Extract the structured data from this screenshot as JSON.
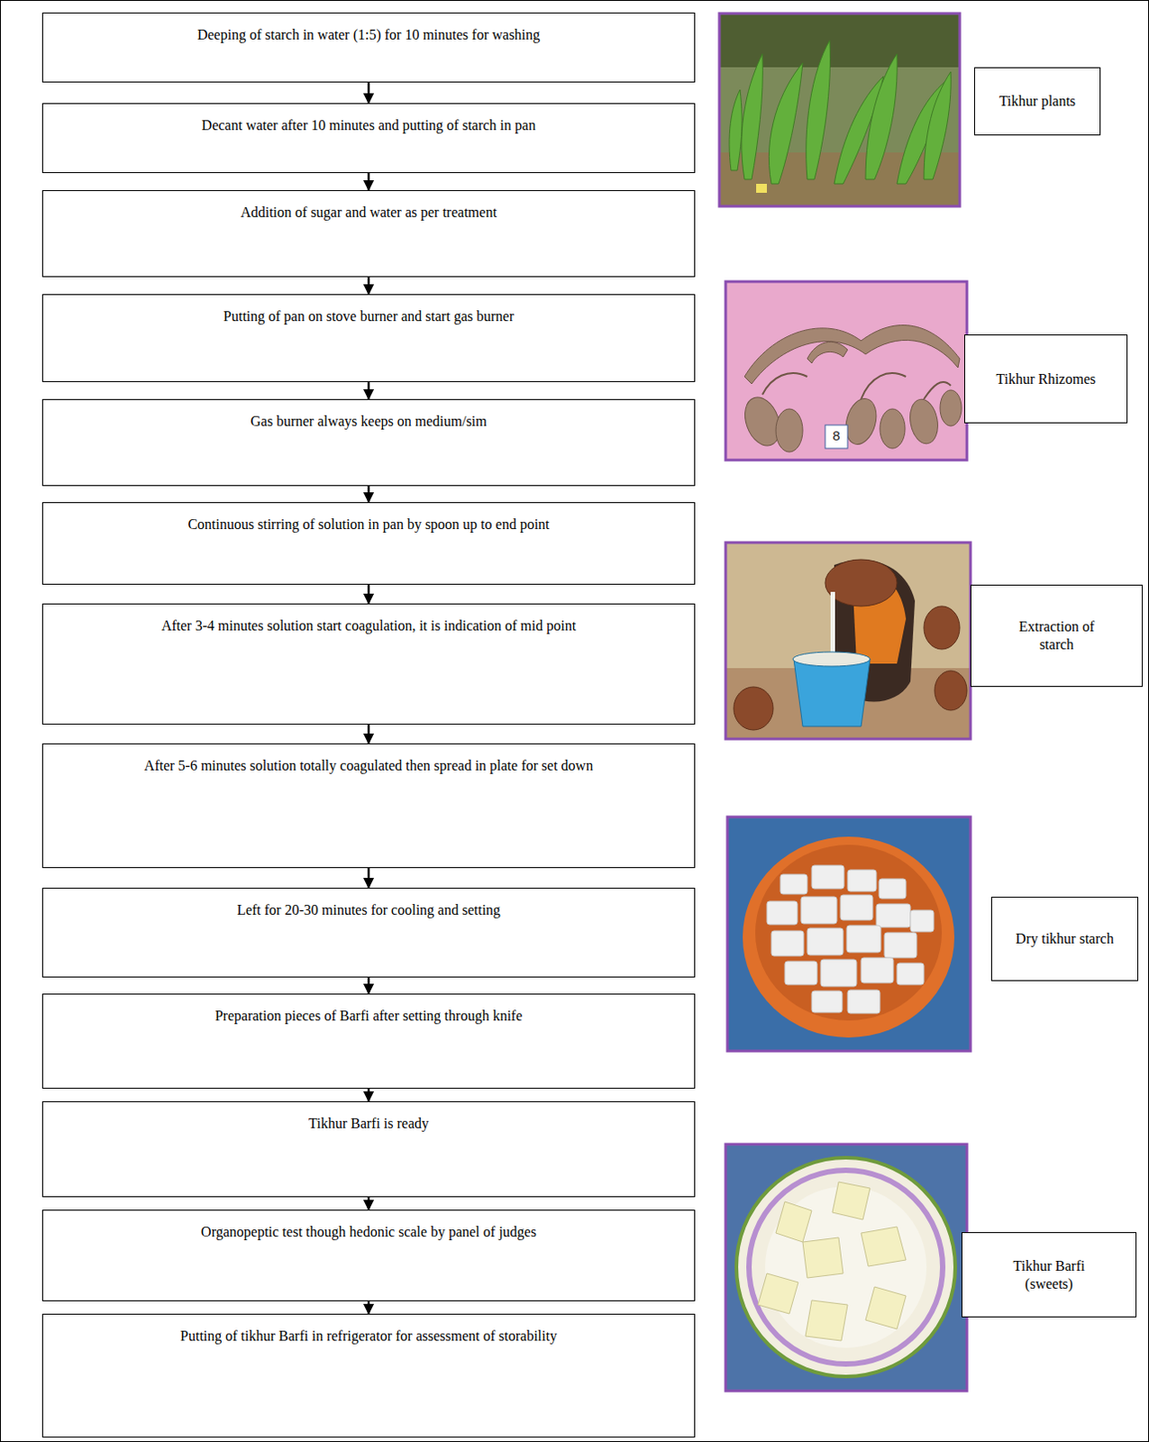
{
  "diagram": {
    "nodes": [
      {
        "text": [
          "Deeping of starch in water (1:5) for 10 minutes for washing"
        ]
      },
      {
        "text": [
          "Decant water after 10 minutes and putting of starch in pan"
        ]
      },
      {
        "text": [
          "Addition of sugar and water as per treatment"
        ]
      },
      {
        "text": [
          "Putting of pan on stove burner and start gas burner"
        ]
      },
      {
        "text": [
          "Gas burner always keeps on medium/sim"
        ]
      },
      {
        "text": [
          "Continuous stirring of solution in pan by spoon up to end point"
        ]
      },
      {
        "text": [
          "After 3-4 minutes solution start coagulation, it is indication of mid point"
        ]
      },
      {
        "text": [
          "After 5-6 minutes solution totally coagulated then spread in plate for set down"
        ]
      },
      {
        "text": [
          "Left for 20-30 minutes for cooling and setting"
        ]
      },
      {
        "text": [
          "Preparation pieces of Barfi after setting through knife"
        ]
      },
      {
        "text": [
          "Tikhur Barfi is ready"
        ]
      },
      {
        "text": [
          "Organopeptic test though hedonic scale by panel of judges"
        ]
      },
      {
        "text": [
          "Putting of tikhur Barfi in refrigerator for assessment of storability"
        ]
      },
      {
        "text": [
          "Tikhur plants"
        ]
      },
      {
        "text": [
          "Tikhur Rhizomes"
        ]
      },
      {
        "text": [
          "Extraction of starch"
        ]
      },
      {
        "text": [
          "Dry tikhur starch"
        ]
      },
      {
        "text": [
          "Tikhur Barfi (sweets)"
        ]
      }
    ],
    "edges": [
      {
        "from": 0,
        "to": 1,
        "arrow": "to"
      },
      {
        "from": 1,
        "to": 2,
        "arrow": "to"
      },
      {
        "from": 2,
        "to": 3,
        "arrow": "to"
      },
      {
        "from": 3,
        "to": 4,
        "arrow": "to"
      },
      {
        "from": 4,
        "to": 5,
        "arrow": "to"
      },
      {
        "from": 5,
        "to": 6,
        "arrow": "to"
      },
      {
        "from": 6,
        "to": 7,
        "arrow": "to"
      },
      {
        "from": 7,
        "to": 8,
        "arrow": "to"
      },
      {
        "from": 8,
        "to": 9,
        "arrow": "to"
      },
      {
        "from": 9,
        "to": 10,
        "arrow": "to"
      },
      {
        "from": 10,
        "to": 11,
        "arrow": "to"
      },
      {
        "from": 11,
        "to": 12,
        "arrow": "to"
      }
    ],
    "labels": [
      "8"
    ]
  }
}
